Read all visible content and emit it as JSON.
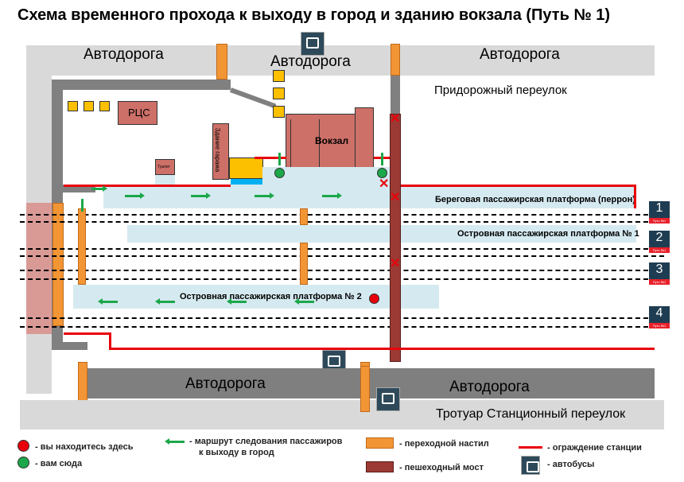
{
  "title": "Схема временного прохода к выходу в город и зданию вокзала (Путь № 1)",
  "roads": {
    "top_left": "Автодорога",
    "top_center": "Автодорога",
    "top_right": "Автодорога",
    "bottom_left": "Автодорога",
    "bottom_right": "Автодорога"
  },
  "streets": {
    "lane": "Придорожный переулок",
    "sidewalk": "Тротуар Станционный переулок"
  },
  "buildings": {
    "rcs": "РЦС",
    "garage": "Здание гаража",
    "toilet": "Туалет",
    "station": "Вокзал"
  },
  "platforms": {
    "shore": "Береговая пассажирская платформа (перрон)",
    "island1": "Островная пассажирская платформа № 1",
    "island2": "Островная пассажирская платформа № 2"
  },
  "tracks": [
    {
      "num": "1",
      "label": "Путь №1"
    },
    {
      "num": "2",
      "label": "Путь №1"
    },
    {
      "num": "3",
      "label": "Путь №1"
    },
    {
      "num": "4",
      "label": "Путь №1"
    }
  ],
  "legend": {
    "here": "- вы находитесь здесь",
    "goal": "- вам сюда",
    "route_1": "- маршрут следования пассажиров",
    "route_2": "к выходу в город",
    "crossing": "- переходной настил",
    "bridge": "- пешеходный мост",
    "fence": "- ограждение станции",
    "bus": "- автобусы"
  },
  "colors": {
    "here": "#e8000b",
    "goal": "#1ba74a",
    "route": "#1ba74a",
    "crossing": "#f29535",
    "bridge": "#9b3a34",
    "fence": "#e8000b",
    "bus": "#2e4a5a"
  }
}
